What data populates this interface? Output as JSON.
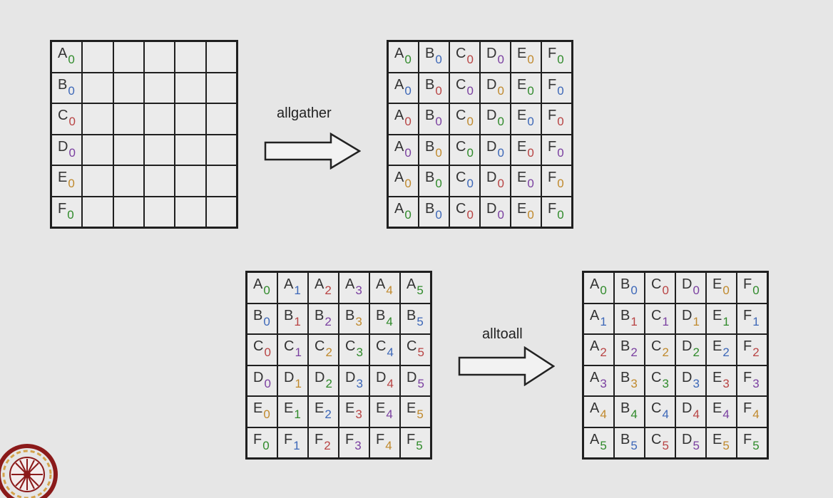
{
  "operations": {
    "allgather": "allgather",
    "alltoall": "alltoall"
  },
  "grids": [
    {
      "id": "allgather-input",
      "rows": [
        [
          {
            "l": "A",
            "s": "0"
          },
          {
            "l": "",
            "s": ""
          },
          {
            "l": "",
            "s": ""
          },
          {
            "l": "",
            "s": ""
          },
          {
            "l": "",
            "s": ""
          },
          {
            "l": "",
            "s": ""
          }
        ],
        [
          {
            "l": "B",
            "s": "0"
          },
          {
            "l": "",
            "s": ""
          },
          {
            "l": "",
            "s": ""
          },
          {
            "l": "",
            "s": ""
          },
          {
            "l": "",
            "s": ""
          },
          {
            "l": "",
            "s": ""
          }
        ],
        [
          {
            "l": "C",
            "s": "0"
          },
          {
            "l": "",
            "s": ""
          },
          {
            "l": "",
            "s": ""
          },
          {
            "l": "",
            "s": ""
          },
          {
            "l": "",
            "s": ""
          },
          {
            "l": "",
            "s": ""
          }
        ],
        [
          {
            "l": "D",
            "s": "0"
          },
          {
            "l": "",
            "s": ""
          },
          {
            "l": "",
            "s": ""
          },
          {
            "l": "",
            "s": ""
          },
          {
            "l": "",
            "s": ""
          },
          {
            "l": "",
            "s": ""
          }
        ],
        [
          {
            "l": "E",
            "s": "0"
          },
          {
            "l": "",
            "s": ""
          },
          {
            "l": "",
            "s": ""
          },
          {
            "l": "",
            "s": ""
          },
          {
            "l": "",
            "s": ""
          },
          {
            "l": "",
            "s": ""
          }
        ],
        [
          {
            "l": "F",
            "s": "0"
          },
          {
            "l": "",
            "s": ""
          },
          {
            "l": "",
            "s": ""
          },
          {
            "l": "",
            "s": ""
          },
          {
            "l": "",
            "s": ""
          },
          {
            "l": "",
            "s": ""
          }
        ]
      ]
    },
    {
      "id": "allgather-output",
      "rows": [
        [
          {
            "l": "A",
            "s": "0"
          },
          {
            "l": "B",
            "s": "0"
          },
          {
            "l": "C",
            "s": "0"
          },
          {
            "l": "D",
            "s": "0"
          },
          {
            "l": "E",
            "s": "0"
          },
          {
            "l": "F",
            "s": "0"
          }
        ],
        [
          {
            "l": "A",
            "s": "0"
          },
          {
            "l": "B",
            "s": "0"
          },
          {
            "l": "C",
            "s": "0"
          },
          {
            "l": "D",
            "s": "0"
          },
          {
            "l": "E",
            "s": "0"
          },
          {
            "l": "F",
            "s": "0"
          }
        ],
        [
          {
            "l": "A",
            "s": "0"
          },
          {
            "l": "B",
            "s": "0"
          },
          {
            "l": "C",
            "s": "0"
          },
          {
            "l": "D",
            "s": "0"
          },
          {
            "l": "E",
            "s": "0"
          },
          {
            "l": "F",
            "s": "0"
          }
        ],
        [
          {
            "l": "A",
            "s": "0"
          },
          {
            "l": "B",
            "s": "0"
          },
          {
            "l": "C",
            "s": "0"
          },
          {
            "l": "D",
            "s": "0"
          },
          {
            "l": "E",
            "s": "0"
          },
          {
            "l": "F",
            "s": "0"
          }
        ],
        [
          {
            "l": "A",
            "s": "0"
          },
          {
            "l": "B",
            "s": "0"
          },
          {
            "l": "C",
            "s": "0"
          },
          {
            "l": "D",
            "s": "0"
          },
          {
            "l": "E",
            "s": "0"
          },
          {
            "l": "F",
            "s": "0"
          }
        ],
        [
          {
            "l": "A",
            "s": "0"
          },
          {
            "l": "B",
            "s": "0"
          },
          {
            "l": "C",
            "s": "0"
          },
          {
            "l": "D",
            "s": "0"
          },
          {
            "l": "E",
            "s": "0"
          },
          {
            "l": "F",
            "s": "0"
          }
        ]
      ]
    },
    {
      "id": "alltoall-input",
      "rows": [
        [
          {
            "l": "A",
            "s": "0"
          },
          {
            "l": "A",
            "s": "1"
          },
          {
            "l": "A",
            "s": "2"
          },
          {
            "l": "A",
            "s": "3"
          },
          {
            "l": "A",
            "s": "4"
          },
          {
            "l": "A",
            "s": "5"
          }
        ],
        [
          {
            "l": "B",
            "s": "0"
          },
          {
            "l": "B",
            "s": "1"
          },
          {
            "l": "B",
            "s": "2"
          },
          {
            "l": "B",
            "s": "3"
          },
          {
            "l": "B",
            "s": "4"
          },
          {
            "l": "B",
            "s": "5"
          }
        ],
        [
          {
            "l": "C",
            "s": "0"
          },
          {
            "l": "C",
            "s": "1"
          },
          {
            "l": "C",
            "s": "2"
          },
          {
            "l": "C",
            "s": "3"
          },
          {
            "l": "C",
            "s": "4"
          },
          {
            "l": "C",
            "s": "5"
          }
        ],
        [
          {
            "l": "D",
            "s": "0"
          },
          {
            "l": "D",
            "s": "1"
          },
          {
            "l": "D",
            "s": "2"
          },
          {
            "l": "D",
            "s": "3"
          },
          {
            "l": "D",
            "s": "4"
          },
          {
            "l": "D",
            "s": "5"
          }
        ],
        [
          {
            "l": "E",
            "s": "0"
          },
          {
            "l": "E",
            "s": "1"
          },
          {
            "l": "E",
            "s": "2"
          },
          {
            "l": "E",
            "s": "3"
          },
          {
            "l": "E",
            "s": "4"
          },
          {
            "l": "E",
            "s": "5"
          }
        ],
        [
          {
            "l": "F",
            "s": "0"
          },
          {
            "l": "F",
            "s": "1"
          },
          {
            "l": "F",
            "s": "2"
          },
          {
            "l": "F",
            "s": "3"
          },
          {
            "l": "F",
            "s": "4"
          },
          {
            "l": "F",
            "s": "5"
          }
        ]
      ]
    },
    {
      "id": "alltoall-output",
      "rows": [
        [
          {
            "l": "A",
            "s": "0"
          },
          {
            "l": "B",
            "s": "0"
          },
          {
            "l": "C",
            "s": "0"
          },
          {
            "l": "D",
            "s": "0"
          },
          {
            "l": "E",
            "s": "0"
          },
          {
            "l": "F",
            "s": "0"
          }
        ],
        [
          {
            "l": "A",
            "s": "1"
          },
          {
            "l": "B",
            "s": "1"
          },
          {
            "l": "C",
            "s": "1"
          },
          {
            "l": "D",
            "s": "1"
          },
          {
            "l": "E",
            "s": "1"
          },
          {
            "l": "F",
            "s": "1"
          }
        ],
        [
          {
            "l": "A",
            "s": "2"
          },
          {
            "l": "B",
            "s": "2"
          },
          {
            "l": "C",
            "s": "2"
          },
          {
            "l": "D",
            "s": "2"
          },
          {
            "l": "E",
            "s": "2"
          },
          {
            "l": "F",
            "s": "2"
          }
        ],
        [
          {
            "l": "A",
            "s": "3"
          },
          {
            "l": "B",
            "s": "3"
          },
          {
            "l": "C",
            "s": "3"
          },
          {
            "l": "D",
            "s": "3"
          },
          {
            "l": "E",
            "s": "3"
          },
          {
            "l": "F",
            "s": "3"
          }
        ],
        [
          {
            "l": "A",
            "s": "4"
          },
          {
            "l": "B",
            "s": "4"
          },
          {
            "l": "C",
            "s": "4"
          },
          {
            "l": "D",
            "s": "4"
          },
          {
            "l": "E",
            "s": "4"
          },
          {
            "l": "F",
            "s": "4"
          }
        ],
        [
          {
            "l": "A",
            "s": "5"
          },
          {
            "l": "B",
            "s": "5"
          },
          {
            "l": "C",
            "s": "5"
          },
          {
            "l": "D",
            "s": "5"
          },
          {
            "l": "E",
            "s": "5"
          },
          {
            "l": "F",
            "s": "5"
          }
        ]
      ]
    }
  ],
  "colors": {
    "background": "#e6e6e6",
    "grid_line": "#1f1f1f",
    "label_text": "#333333",
    "subscript_palette": [
      "#2f8a2a",
      "#3c67b8",
      "#b84343",
      "#7a3fa0",
      "#c0892c"
    ],
    "logo_ring": "#8b1a1a",
    "logo_accent": "#d4a24a"
  },
  "logo": {
    "icon": "institute-emblem-icon"
  }
}
